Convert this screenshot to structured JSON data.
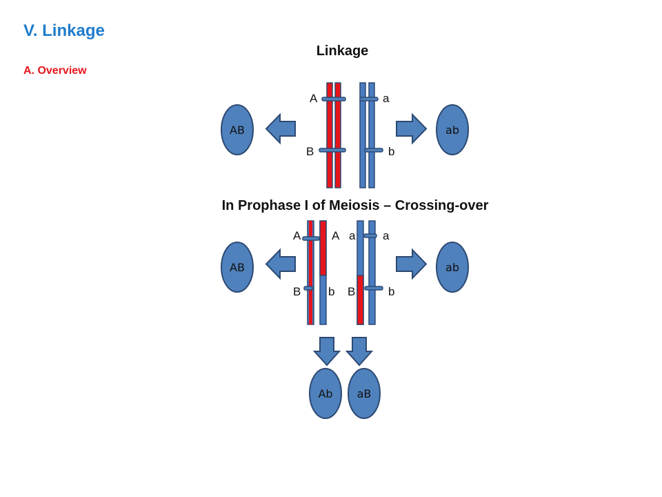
{
  "slide": {
    "title": "V. Linkage",
    "subtitle": "A. Overview",
    "title_color": "#1f7ccc",
    "subtitle_color": "#e8141b"
  },
  "colors": {
    "chromosome_blue": "#4a7cc1",
    "chromosome_red": "#e8141b",
    "outline": "#2d4a72",
    "oval_fill": "#4f81bd"
  },
  "section1": {
    "title": "Linkage",
    "gene_labels": {
      "a_upper": "A",
      "a_lower": "a",
      "b_upper": "B",
      "b_lower": "b"
    },
    "gamete_left": "AB",
    "gamete_right": "ab"
  },
  "section2": {
    "title": "In Prophase I of Meiosis – Crossing-over",
    "gene_labels": {
      "a1": "A",
      "a2": "A",
      "a3": "a",
      "a4": "a",
      "b1": "B",
      "b2": "b",
      "b3": "B",
      "b4": "b"
    },
    "gamete_left": "AB",
    "gamete_right": "ab",
    "recombinant_1": "Ab",
    "recombinant_2": "aB"
  }
}
